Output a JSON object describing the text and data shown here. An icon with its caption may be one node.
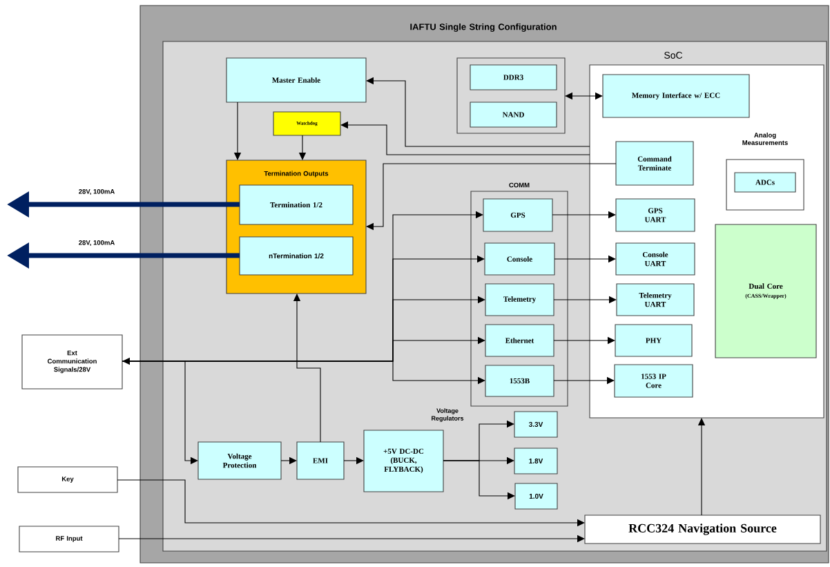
{
  "diagram": {
    "nodes": [
      {
        "text": [
          "IAFTU Single String Configuration"
        ]
      },
      {
        "text": [
          "SoC"
        ],
        "in": 0
      },
      {
        "text": [
          "Master Enable"
        ],
        "in": 0
      },
      {
        "text": [
          "Watchdog"
        ],
        "in": 0
      },
      {
        "text": [
          "Termination Outputs"
        ],
        "in": 0
      },
      {
        "text": [
          "Termination 1/2"
        ],
        "in": 4
      },
      {
        "text": [
          "nTermination 1/2"
        ],
        "in": 4
      },
      {
        "text": [],
        "shape": "box",
        "in": 0
      },
      {
        "text": [
          "DDR3"
        ],
        "in": 7
      },
      {
        "text": [
          "NAND"
        ],
        "in": 7
      },
      {
        "text": [
          "Memory Interface w/ ECC"
        ],
        "in": 1
      },
      {
        "text": [
          "Command Terminate"
        ],
        "in": 1
      },
      {
        "text": [
          "Analog Measurements"
        ],
        "in": 1
      },
      {
        "text": [
          "ADCs"
        ],
        "in": 12
      },
      {
        "text": [
          "COMM"
        ],
        "in": 0
      },
      {
        "text": [
          "GPS"
        ],
        "in": 14
      },
      {
        "text": [
          "Console"
        ],
        "in": 14
      },
      {
        "text": [
          "Telemetry"
        ],
        "in": 14
      },
      {
        "text": [
          "Ethernet"
        ],
        "in": 14
      },
      {
        "text": [
          "1553B"
        ],
        "in": 14
      },
      {
        "text": [
          "GPS UART"
        ],
        "in": 1
      },
      {
        "text": [
          "Console UART"
        ],
        "in": 1
      },
      {
        "text": [
          "Telemetry UART"
        ],
        "in": 1
      },
      {
        "text": [
          "PHY"
        ],
        "in": 1
      },
      {
        "text": [
          "1553 IP Core"
        ],
        "in": 1
      },
      {
        "text": [
          "Dual Core",
          "(CASS/Wrapper)"
        ],
        "in": 1
      },
      {
        "text": [
          "Ext Communication Signals/28V"
        ]
      },
      {
        "text": [
          "Voltage Protection"
        ],
        "in": 0
      },
      {
        "text": [
          "EMI"
        ],
        "in": 0
      },
      {
        "text": [
          "+5V DC-DC (BUCK, FLYBACK)"
        ],
        "in": 0
      },
      {
        "text": [
          "3.3V"
        ],
        "in": 0
      },
      {
        "text": [
          "1.8V"
        ],
        "in": 0
      },
      {
        "text": [
          "1.0V"
        ],
        "in": 0
      },
      {
        "text": [
          "Key"
        ]
      },
      {
        "text": [
          "RF Input"
        ]
      },
      {
        "text": [
          "RCC324 Navigation Source"
        ],
        "in": 0
      }
    ],
    "edges": [
      {
        "from": 5,
        "to": null,
        "arrow": "to",
        "label": "28V, 100mA",
        "style": "thick",
        "color": "#002060"
      },
      {
        "from": 6,
        "to": null,
        "arrow": "to",
        "label": "28V, 100mA",
        "style": "thick",
        "color": "#002060"
      },
      {
        "from": 2,
        "to": 4,
        "arrow": "to"
      },
      {
        "from": 3,
        "to": 4,
        "arrow": "to"
      },
      {
        "from": 1,
        "to": 2,
        "arrow": "to"
      },
      {
        "from": 1,
        "to": 3,
        "arrow": "to"
      },
      {
        "from": 7,
        "to": 10,
        "arrow": "both"
      },
      {
        "from": 11,
        "to": 4,
        "arrow": "to"
      },
      {
        "from": 28,
        "to": 4,
        "arrow": "to"
      },
      {
        "from": 26,
        "to": 15,
        "arrow": "to"
      },
      {
        "from": 26,
        "to": 16,
        "arrow": "to"
      },
      {
        "from": 26,
        "to": 17,
        "arrow": "to"
      },
      {
        "from": 26,
        "to": 18,
        "arrow": "to"
      },
      {
        "from": 26,
        "to": 19,
        "arrow": "to"
      },
      {
        "from": 26,
        "to": 27,
        "arrow": "both"
      },
      {
        "from": 27,
        "to": 28,
        "arrow": "to"
      },
      {
        "from": 28,
        "to": 29,
        "arrow": "to"
      },
      {
        "from": 29,
        "to": 30,
        "arrow": "to"
      },
      {
        "from": 29,
        "to": 31,
        "arrow": "to"
      },
      {
        "from": 29,
        "to": 32,
        "arrow": "to"
      },
      {
        "from": 15,
        "to": 20,
        "arrow": "to"
      },
      {
        "from": 16,
        "to": 21,
        "arrow": "to"
      },
      {
        "from": 17,
        "to": 22,
        "arrow": "to"
      },
      {
        "from": 18,
        "to": 23,
        "arrow": "to"
      },
      {
        "from": 19,
        "to": 24,
        "arrow": "to"
      },
      {
        "from": 33,
        "to": 35,
        "arrow": "to"
      },
      {
        "from": 34,
        "to": 35,
        "arrow": "to"
      },
      {
        "from": 35,
        "to": 1,
        "arrow": "to"
      }
    ],
    "labels": [
      "Voltage Regulators"
    ]
  }
}
